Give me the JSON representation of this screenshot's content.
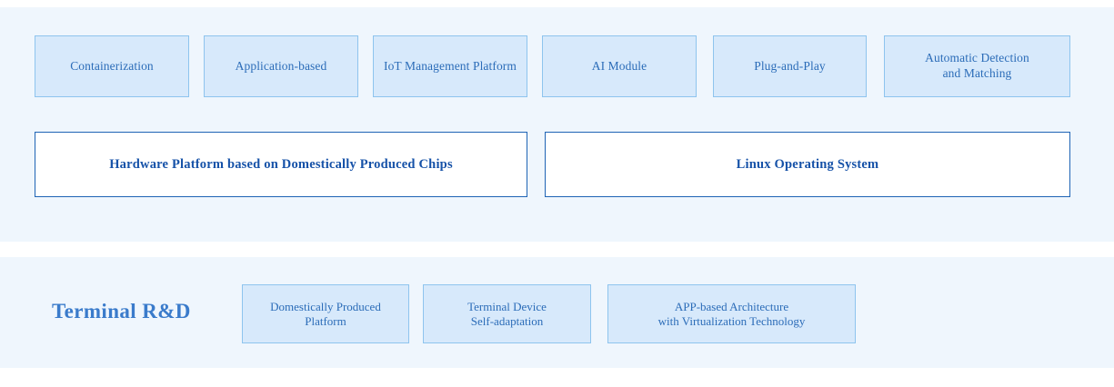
{
  "colors": {
    "page_background": "#ffffff",
    "panel_background": "#eff6fd",
    "box_fill": "#d7e9fb",
    "box_border": "#8ec4ee",
    "box_text": "#2b6cb8",
    "foundation_fill": "#ffffff",
    "foundation_border": "#1f64b5",
    "foundation_text": "#1652a8",
    "heading_text": "#3a7bcb"
  },
  "architecture_panel": {
    "capabilities": [
      {
        "label": "Containerization"
      },
      {
        "label": "Application-based"
      },
      {
        "label": "IoT Management Platform"
      },
      {
        "label": "AI Module"
      },
      {
        "label": "Plug-and-Play"
      },
      {
        "label": "Automatic Detection\nand Matching"
      }
    ],
    "foundations": [
      {
        "label": "Hardware Platform based on Domestically Produced Chips"
      },
      {
        "label": "Linux Operating System"
      }
    ]
  },
  "terminal_panel": {
    "title": "Terminal R&D",
    "items": [
      {
        "label": "Domestically Produced\nPlatform"
      },
      {
        "label": "Terminal Device\nSelf-adaptation"
      },
      {
        "label": "APP-based Architecture\nwith Virtualization Technology"
      }
    ]
  }
}
